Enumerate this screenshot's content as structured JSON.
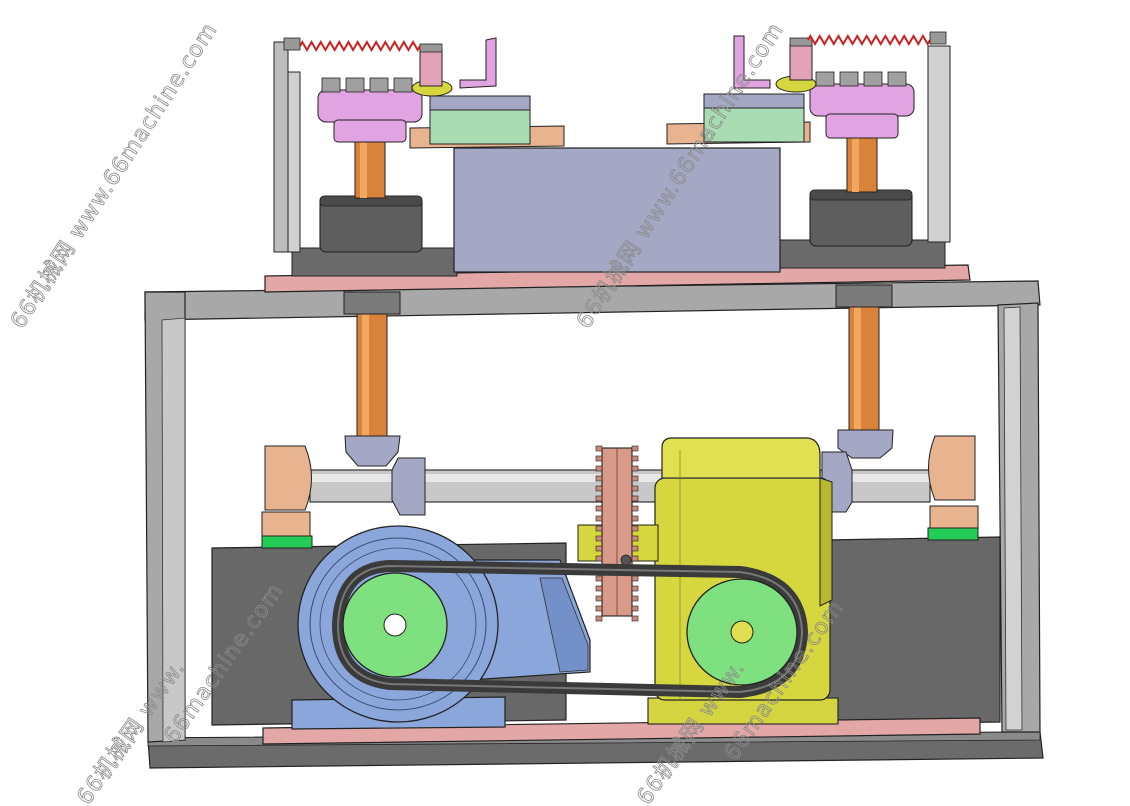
{
  "diagram": {
    "colors": {
      "frame": "#a6a6a6",
      "base": "#6e6e6e",
      "plate": "#e2a3a3",
      "copper": "#d98a3a",
      "motor": "#8fa9dc",
      "pulley": "#7fe07f",
      "gearbox": "#d7d743",
      "lilac": "#e2a3e2",
      "mint": "#a9dcb3",
      "tan": "#e8b48f",
      "slate": "#a7a9c4",
      "green_pad": "#22cc55",
      "spring": "#cc2222"
    },
    "watermarks": [
      {
        "text": "66机械网 www.66machine.com"
      },
      {
        "text": "66机械网 www.66machine.com"
      },
      {
        "text": "66machine.com"
      },
      {
        "text": "66machine.com"
      },
      {
        "text": "66机械网 www."
      },
      {
        "text": "66机械网 www."
      }
    ]
  }
}
